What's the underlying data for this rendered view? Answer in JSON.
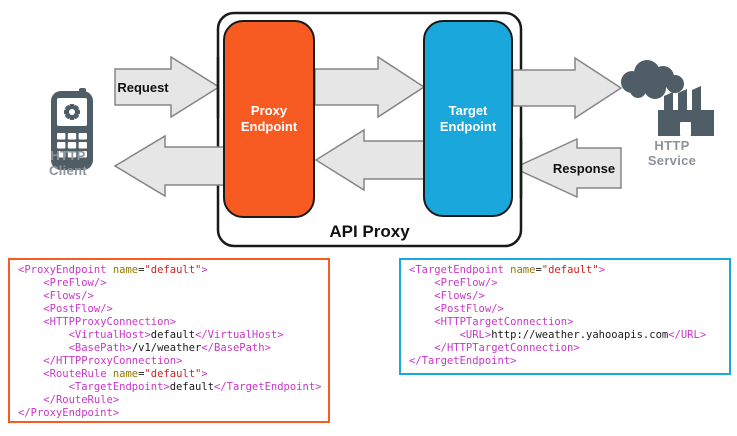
{
  "diagram": {
    "api_proxy": {
      "label": "API Proxy"
    },
    "proxy_endpoint": {
      "label_line1": "Proxy",
      "label_line2": "Endpoint"
    },
    "target_endpoint": {
      "label_line1": "Target",
      "label_line2": "Endpoint"
    },
    "arrows": {
      "request_label": "Request",
      "response_label": "Response"
    },
    "http_client": {
      "label_line1": "HTTP",
      "label_line2": "Client",
      "icon": "mobile-phone-gear-icon"
    },
    "http_service": {
      "label_line1": "HTTP",
      "label_line2": "Service",
      "icon": "factory-smoke-icon"
    }
  },
  "colors": {
    "proxy_orange": "#F75B22",
    "target_blue": "#1AA7DC",
    "arrow_fill": "#E6E6E6",
    "arrow_stroke": "#858585",
    "icon_slate": "#4F5D66",
    "actor_label_gray": "#8D939A",
    "xml_tag": "#C837C8",
    "xml_attr_name": "#8F7A00",
    "xml_attr_value": "#CC2222",
    "xml_text": "#1A1A1A"
  },
  "code_blocks": {
    "proxy_endpoint_xml": {
      "border_color": "#F75B22",
      "lines": [
        "<ProxyEndpoint name=\"default\">",
        "    <PreFlow/>",
        "    <Flows/>",
        "    <PostFlow/>",
        "    <HTTPProxyConnection>",
        "        <VirtualHost>default</VirtualHost>",
        "        <BasePath>/v1/weather</BasePath>",
        "    </HTTPProxyConnection>",
        "    <RouteRule name=\"default\">",
        "        <TargetEndpoint>default</TargetEndpoint>",
        "    </RouteRule>",
        "</ProxyEndpoint>"
      ]
    },
    "target_endpoint_xml": {
      "border_color": "#1AA7DC",
      "lines": [
        "<TargetEndpoint name=\"default\">",
        "    <PreFlow/>",
        "    <Flows/>",
        "    <PostFlow/>",
        "    <HTTPTargetConnection>",
        "        <URL>http://weather.yahooapis.com</URL>",
        "    </HTTPTargetConnection>",
        "</TargetEndpoint>"
      ]
    }
  }
}
